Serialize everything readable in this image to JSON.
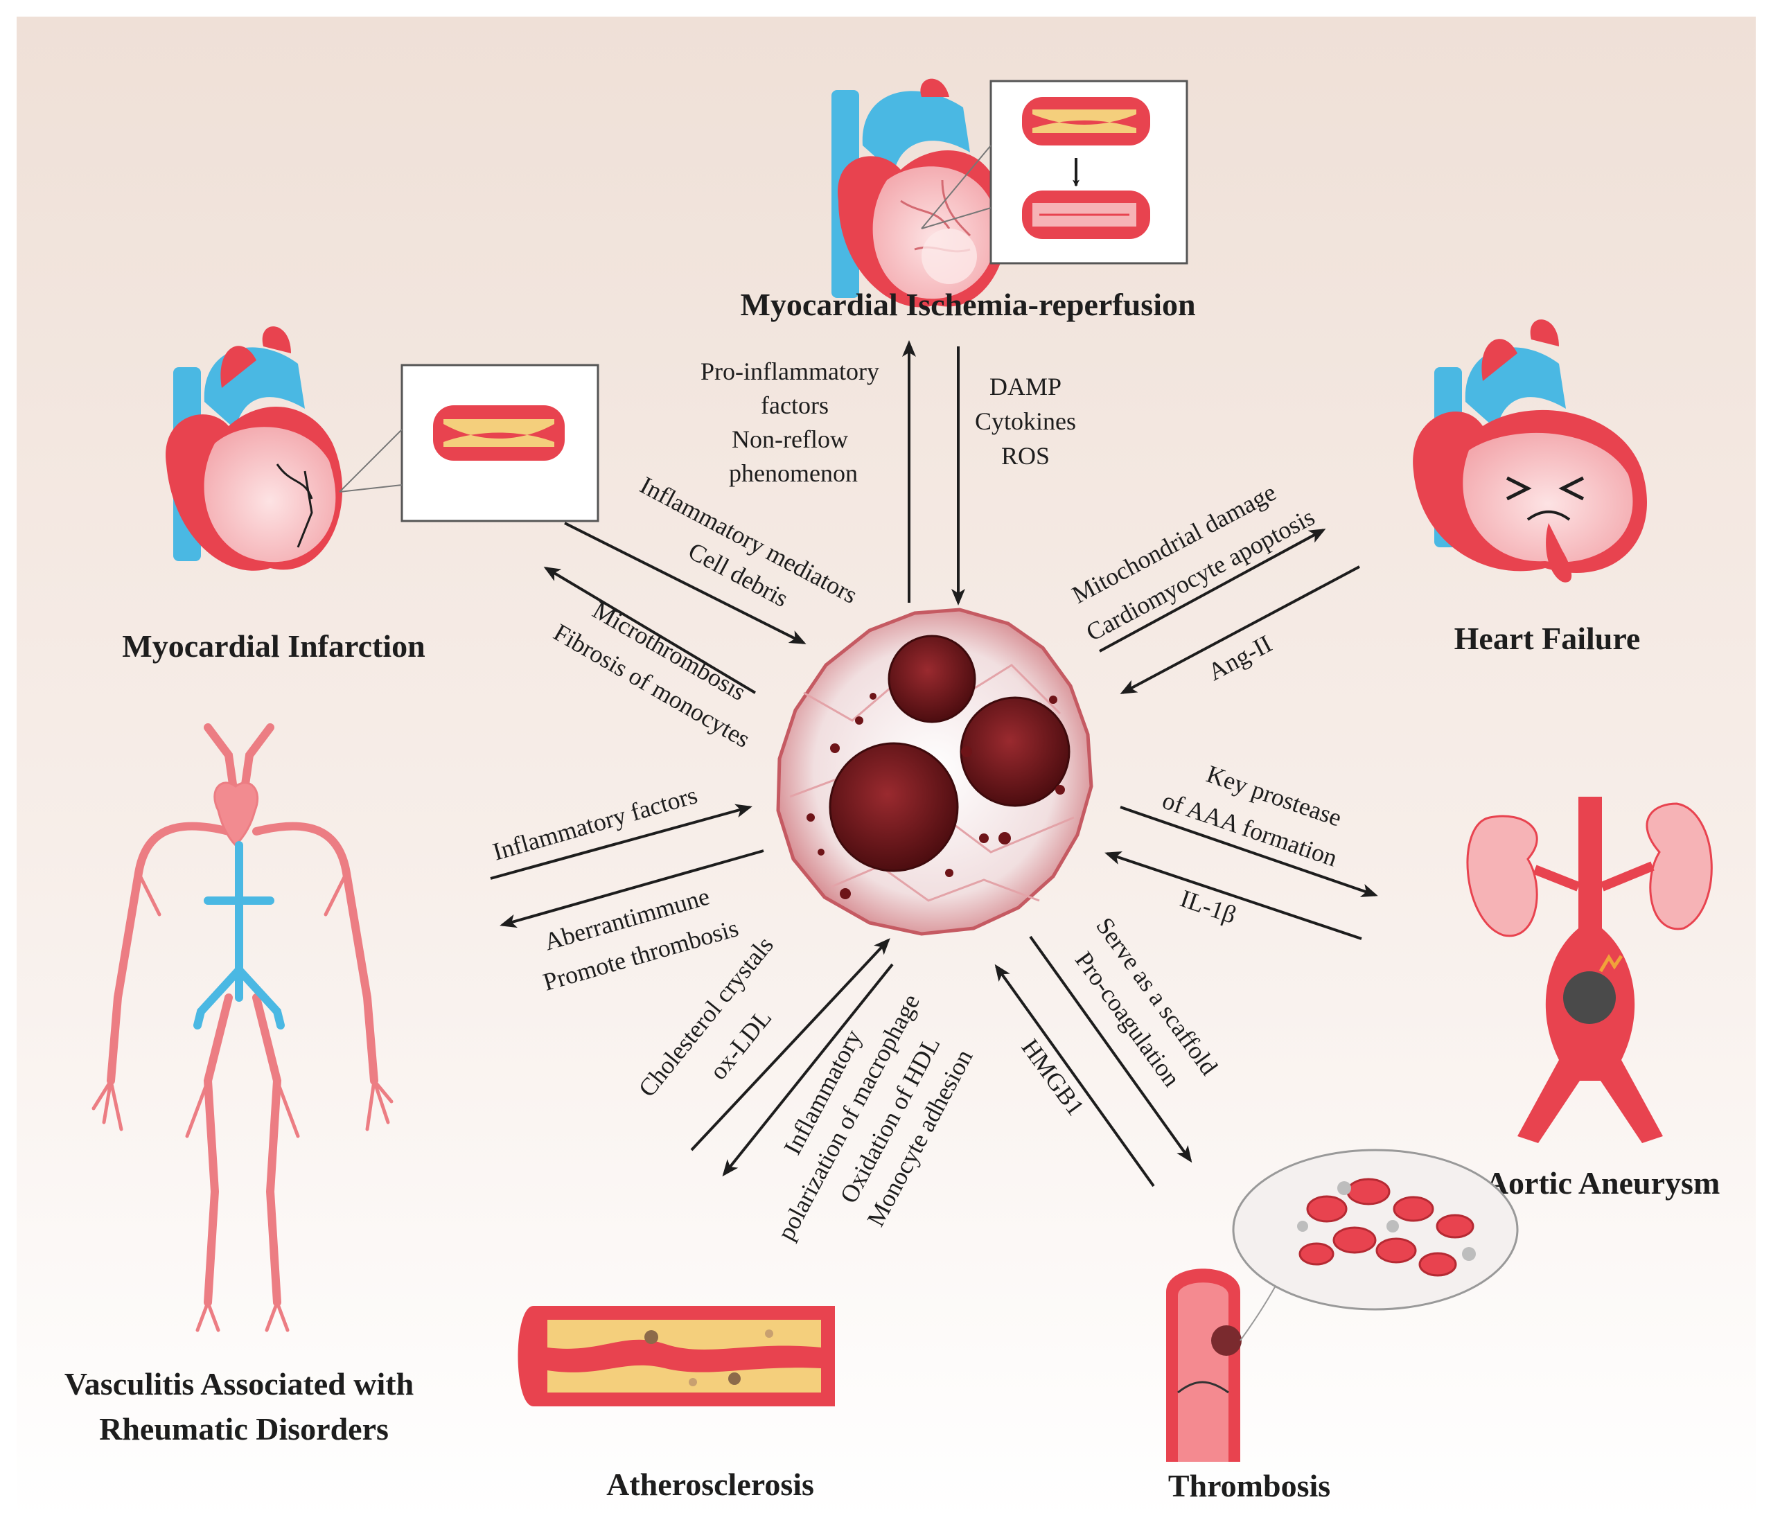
{
  "titles": {
    "myocardial_ischemia_reperfusion": "Myocardial Ischemia-reperfusion",
    "myocardial_infarction": "Myocardial Infarction",
    "heart_failure": "Heart Failure",
    "aortic_aneurysm": "Aortic Aneurysm",
    "thrombosis": "Thrombosis",
    "atherosclerosis": "Atherosclerosis",
    "vasculitis_line1": "Vasculitis Associated with",
    "vasculitis_line2": "Rheumatic Disorders"
  },
  "labels": {
    "mir_out_1": "Pro-inflammatory",
    "mir_out_2": "factors",
    "mir_out_3": "Non-reflow",
    "mir_out_4": "phenomenon",
    "mir_in_1": "DAMP",
    "mir_in_2": "Cytokines",
    "mir_in_3": "ROS",
    "mi_in_1": "Inflammatory mediators",
    "mi_in_2": "Cell debris",
    "mi_out_1": "Microthrombosis",
    "mi_out_2": "Fibrosis of monocytes",
    "hf_out_1": "Mitochondrial damage",
    "hf_out_2": "Cardiomyocyte apoptosis",
    "hf_in_1": "Ang-II",
    "aa_out_1": "Key prostease",
    "aa_out_2": "of AAA formation",
    "aa_in_1": "IL-1β",
    "vas_in_1": "Inflammatory factors",
    "vas_out_1": "Aberrantimmune",
    "vas_out_2": "Promote thrombosis",
    "ath_in_1": "Cholesterol crystals",
    "ath_in_2": "ox-LDL",
    "ath_out_1": "Inflammatory",
    "ath_out_2": "polarization of macrophage",
    "ath_out_3": "Oxidation of HDL",
    "ath_out_4": "Monocyte adhesion",
    "thr_out_1": "Serve as a scaffold",
    "thr_out_2": "Pro-coagulation",
    "thr_in_1": "HMGB1"
  },
  "colors": {
    "heart_red": "#e8434f",
    "heart_pink": "#f6b3b6",
    "vessel_blue": "#4ab8e3",
    "plaque_yellow": "#f4cf7c",
    "cell_dark": "#6e1418",
    "background_top": "#efe0d7",
    "background_bottom": "#ffffff"
  }
}
